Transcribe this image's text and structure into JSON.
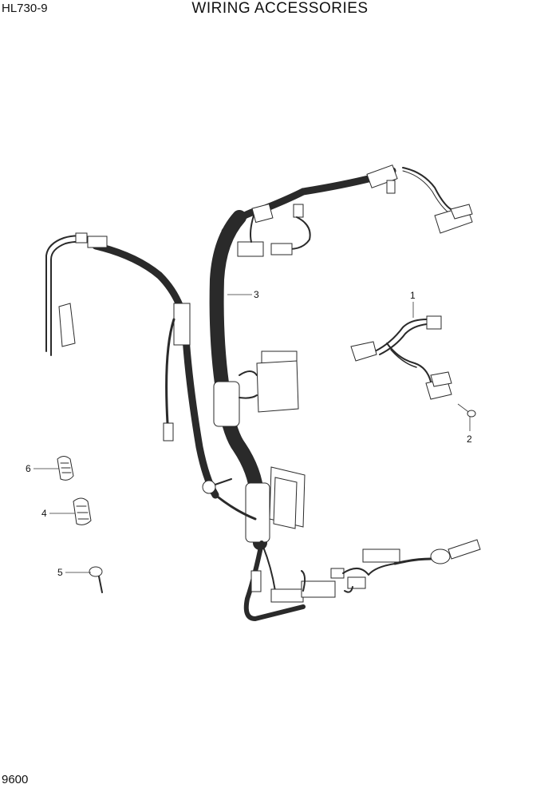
{
  "header": {
    "model": "HL730-9",
    "title": "WIRING ACCESSORIES"
  },
  "footer": {
    "page_number": "9600"
  },
  "callouts": {
    "c1": "1",
    "c2": "2",
    "c3": "3",
    "c4": "4",
    "c5": "5",
    "c6": "6"
  }
}
